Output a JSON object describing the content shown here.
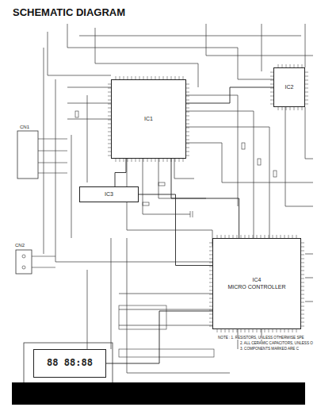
{
  "diagram": {
    "title": "SCHEMATIC DIAGRAM",
    "nodes": [
      {
        "text": [
          "IC1"
        ]
      },
      {
        "text": [
          "IC2"
        ]
      },
      {
        "text": [
          "IC3"
        ]
      },
      {
        "text": [
          "IC4",
          "MICRO CONTROLLER"
        ]
      },
      {
        "text": [
          "88 88:88"
        ]
      }
    ],
    "edges": [
      {
        "from": 0,
        "to": 1,
        "arrow": "none"
      },
      {
        "from": 0,
        "to": 2,
        "arrow": "none"
      },
      {
        "from": 2,
        "to": 3,
        "arrow": "none"
      },
      {
        "from": 3,
        "to": 4,
        "arrow": "none"
      },
      {
        "from": 0,
        "to": 3,
        "arrow": "none"
      }
    ],
    "labels": [
      "CN1",
      "CN2",
      "NOTE : 1. RESISTORS, UNLESS OTHERWISE SPE",
      "2. ALL CERAMIC CAPACITORS, UNLESS O",
      "3. COMPONENTS MARKED ARE C"
    ]
  }
}
